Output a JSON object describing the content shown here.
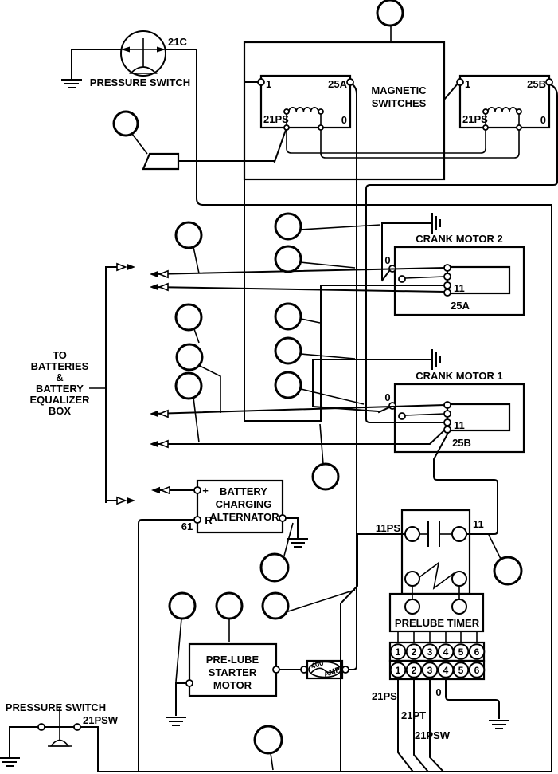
{
  "top_switch": {
    "label": "PRESSURE SWITCH",
    "wire": "21C"
  },
  "magnetic": {
    "title1": "MAGNETIC",
    "title2": "SWITCHES",
    "left": {
      "one": "1",
      "out": "25A",
      "coil": "21PS",
      "zero": "0"
    },
    "right": {
      "one": "1",
      "out": "25B",
      "coil": "21PS",
      "zero": "0"
    }
  },
  "cm2": {
    "title": "CRANK MOTOR  2",
    "zero": "0",
    "eleven": "11",
    "wire": "25A"
  },
  "cm1": {
    "title": "CRANK MOTOR  1",
    "zero": "0",
    "eleven": "11",
    "wire": "25B"
  },
  "batteries": {
    "lines": [
      "TO",
      "BATTERIES",
      "&",
      "BATTERY",
      "EQUALIZER",
      "BOX"
    ]
  },
  "alternator": {
    "l1": "BATTERY",
    "l2": "CHARGING",
    "l3": "ALTERNATOR",
    "plus": "+",
    "r": "R",
    "wire61": "61"
  },
  "timer": {
    "label": "PRELUBE TIMER",
    "in": "11PS",
    "out": "11",
    "row1": [
      "1",
      "2",
      "3",
      "4",
      "5",
      "6"
    ],
    "row2": [
      "1",
      "2",
      "3",
      "4",
      "5",
      "6"
    ],
    "w1": "21PS",
    "w2": "21PT",
    "w3": "21PSW",
    "w4": "0"
  },
  "motor": {
    "l1": "PRE-LUBE",
    "l2": "STARTER",
    "l3": "MOTOR"
  },
  "fuse": {
    "amps": "400",
    "unit": "AMP"
  },
  "bottom_switch": {
    "label": "PRESSURE SWITCH",
    "wire": "21PSW"
  }
}
